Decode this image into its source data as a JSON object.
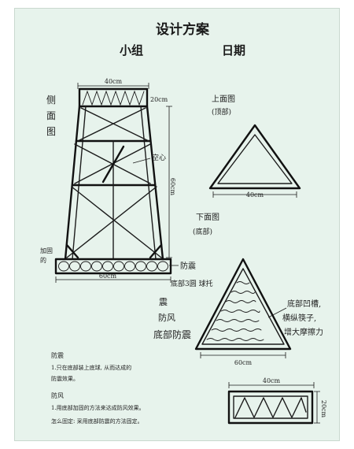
{
  "header": {
    "title": "设计方案",
    "group_label": "小组",
    "date_label": "日期"
  },
  "side_view": {
    "label_line1": "侧",
    "label_line2": "面",
    "label_line3": "图",
    "top_width": "40cm",
    "top_height": "20cm",
    "total_height": "60cm",
    "hollow_note": "空心",
    "corner_note_1": "加固",
    "corner_note_2": "的",
    "bottom_width": "60cm",
    "quake_note": "防震",
    "base_note": "底部3圆 球托"
  },
  "top_view": {
    "title": "上面图",
    "subtitle": "(顶部)",
    "width": "40cm"
  },
  "bottom_view": {
    "title": "下面图",
    "subtitle": "(底部)",
    "width": "60cm",
    "note_line1": "底部凹槽,",
    "note_line2": "横纵筷子,",
    "note_line3": "增大摩擦力"
  },
  "middle_notes": {
    "line1": "震",
    "line2": "防风",
    "line3": "底部防震"
  },
  "notes": {
    "quake_title": "防震",
    "quake_line1": "1.只在底部装上底球, 从而达成的",
    "quake_line2": "防震效果。",
    "wind_title": "防风",
    "wind_line1": "1.用底部加固的方法来达成防风效果。",
    "wind_line2": "怎么固定: 采用底部防震的方法固定。"
  },
  "detail_view": {
    "width": "40cm",
    "height": "20cm"
  }
}
